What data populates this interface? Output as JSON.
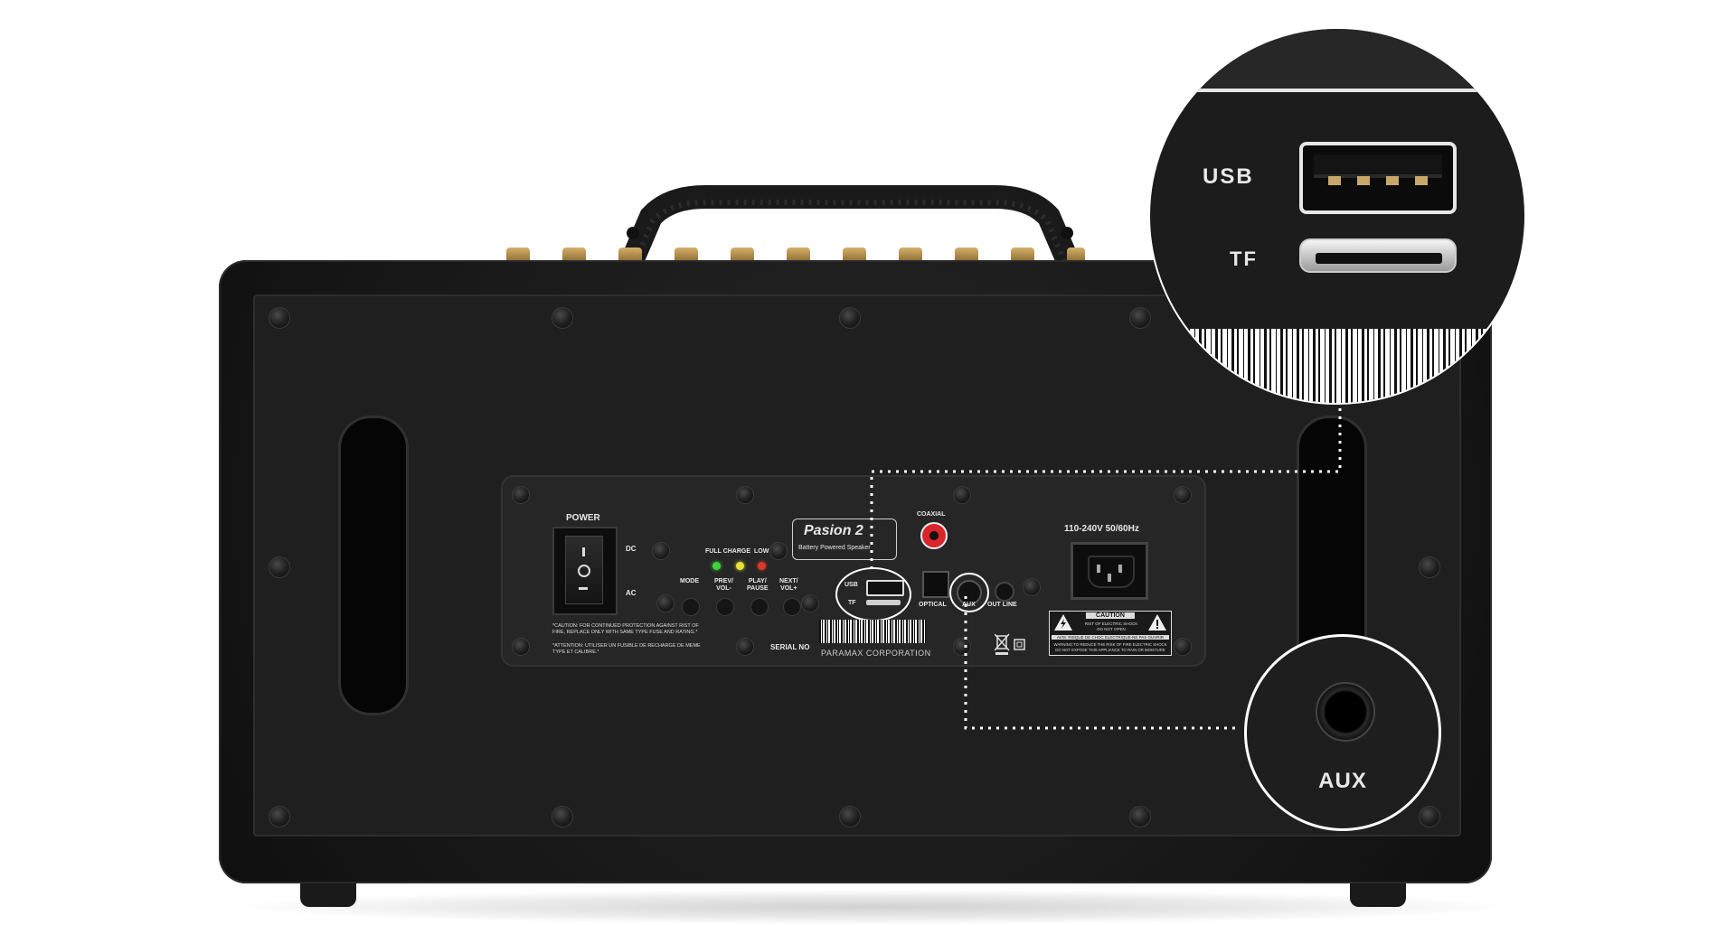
{
  "panel": {
    "power_label": "POWER",
    "dc_label": "DC",
    "ac_label": "AC",
    "charge_labels": [
      "FULL CHARGE",
      "LOW"
    ],
    "led_colors": [
      "#3fd23f",
      "#e6e23a",
      "#d93a2a"
    ],
    "buttons": [
      "MODE",
      "PREV/\nVOL-",
      "PLAY/\nPAUSE",
      "NEXT/\nVOL+"
    ],
    "brand": "Pasion 2",
    "brand_sub": "Battery Powered Speaker",
    "usb_label": "USB",
    "tf_label": "TF",
    "coaxial_label": "COAXIAL",
    "optical_label": "OPTICAL",
    "aux_label": "AUX",
    "outline_label": "OUT LINE",
    "voltage_label": "110-240V 50/60Hz",
    "caution_text": "*CAUTION: FOR CONTINUED PROTECTION AGAINST RIST OF FIRE, REPLACE ONLY WITH SAME TYPE FUSE AND RATING.*",
    "attention_text": "*ATTENTION: UTILISER UN FUSIBLE DE RECHARGE DE MEME TYPE ET CALIBRE.*",
    "serial_label": "SERIAL NO",
    "manufacturer": "PARAMAX CORPORATION",
    "warning_title": "CAUTION",
    "warning_line1": "RIST OF ELECTRIC SHOCK",
    "warning_line2": "DO NOT OPEN",
    "warning_line3": "AVIS: RISQUE DE CHOC ELECTRIQUE-NE PAS OUVRIR",
    "warning_line4": "WARNING:TO REDUCE THE RISK OF FIRE ELECTRIC SHOCK",
    "warning_line5": "DO NOT EXPOSE THIS APPLIANCE TO RAIN OR MOISTURE"
  },
  "zoom_top": {
    "usb_label": "USB",
    "tf_label": "TF"
  },
  "zoom_bottom": {
    "aux_label": "AUX"
  },
  "colors": {
    "body": "#1b1b1b",
    "panel": "#222222",
    "accent_red": "#d8262b",
    "brass": "#b8924a"
  },
  "icons": [
    "speaker-handle-icon",
    "usb-port-icon",
    "tf-slot-icon",
    "aux-jack-icon",
    "rocker-switch-icon",
    "warning-triangle-icon",
    "weee-bin-icon",
    "power-socket-icon"
  ]
}
